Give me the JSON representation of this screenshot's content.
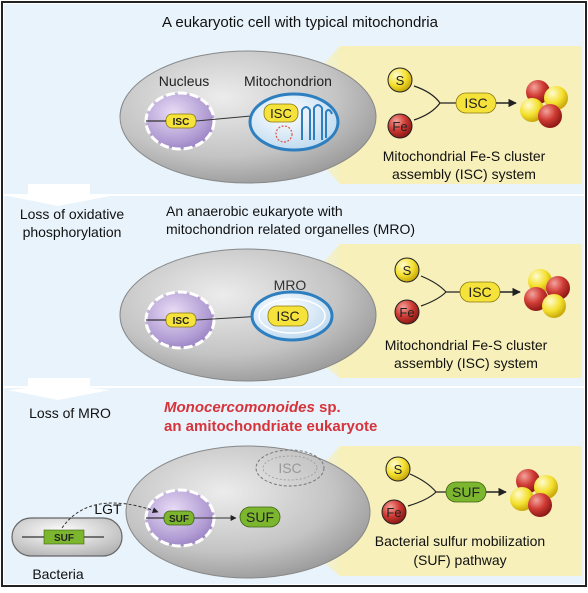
{
  "panels": [
    {
      "title": "A eukaryotic cell with typical mitochondria",
      "nucleus_label": "Nucleus",
      "organelle_label": "Mitochondrion",
      "nucleus_protein": "ISC",
      "organelle_protein": "ISC",
      "inset": {
        "s_label": "S",
        "fe_label": "Fe",
        "machinery_label": "ISC",
        "caption_line1": "Mitochondrial Fe-S cluster",
        "caption_line2": "assembly (ISC) system"
      }
    },
    {
      "side_line1": "Loss of oxidative",
      "side_line2": "phosphorylation",
      "title_line1": "An anaerobic eukaryote with",
      "title_line2": "mitochondrion related organelles (MRO)",
      "organelle_label": "MRO",
      "nucleus_protein": "ISC",
      "organelle_protein": "ISC",
      "inset": {
        "s_label": "S",
        "fe_label": "Fe",
        "machinery_label": "ISC",
        "caption_line1": "Mitochondrial Fe-S cluster",
        "caption_line2": "assembly (ISC) system"
      }
    },
    {
      "side_line1": "Loss of MRO",
      "title_italic": "Monocercomonoides",
      "title_suffix": " sp.",
      "title_line2": "an amitochondriate eukaryote",
      "ghost_label": "ISC",
      "nucleus_protein": "SUF",
      "cytoplasm_protein": "SUF",
      "bacteria_protein": "SUF",
      "lgt_label": "LGT",
      "bacteria_label": "Bacteria",
      "inset": {
        "s_label": "S",
        "fe_label": "Fe",
        "machinery_label": "SUF",
        "caption_line1": "Bacterial sulfur mobilization",
        "caption_line2": "(SUF) pathway"
      }
    }
  ],
  "colors": {
    "panel_bg": "#e8f3fb",
    "inset_bg": "#f7f0ba",
    "cell_gray": "#b3b3b3",
    "nucleus_purple": "#a58fc9",
    "isc_yellow": "#f5e23a",
    "suf_green": "#7cb52e",
    "fe_red": "#c8312e",
    "title_red": "#d6333a",
    "mito_blue": "#2e7fc0"
  }
}
